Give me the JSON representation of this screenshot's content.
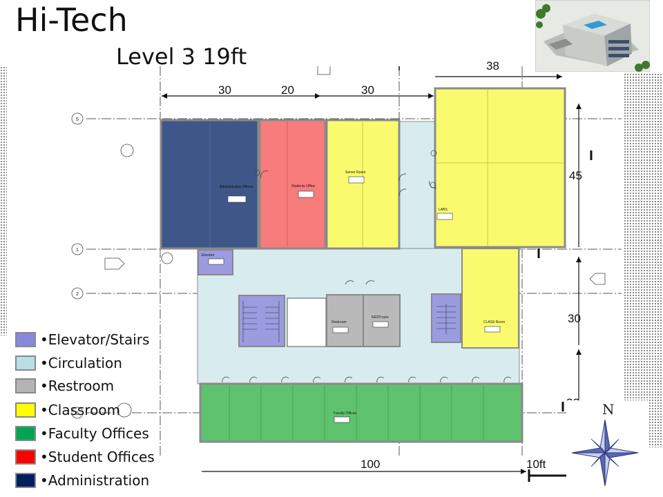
{
  "title": "Hi-Tech",
  "subtitle": "Level 3 19ft",
  "dimensions": {
    "top_30_a": "30",
    "top_20": "20",
    "top_30_b": "30",
    "top_38": "38",
    "right_45": "45",
    "right_30_a": "30",
    "right_30_b": "30",
    "bottom_100": "100",
    "scale_label": "10ft"
  },
  "compass_label": "N",
  "room_labels": {
    "administrative": "Administrative Offices",
    "students": "Students Office",
    "server": "Server Room",
    "labs": "LABS",
    "elevator": "Elevator",
    "restroom1": "Restroom",
    "restroom2": "RESTroom",
    "class": "CLASS Room",
    "faculty": "Faculty Offices"
  },
  "grid_labels": [
    "5",
    "1",
    "2",
    "3"
  ],
  "legend": [
    {
      "label": "•Elevator/Stairs",
      "color": "#8888dd"
    },
    {
      "label": "•Circulation",
      "color": "#b8dfe3"
    },
    {
      "label": "•Restroom",
      "color": "#b4b4b4"
    },
    {
      "label": "•Classroom",
      "color": "#ffff00"
    },
    {
      "label": "•Faculty Offices",
      "color": "#00a651"
    },
    {
      "label": "•Student Offices",
      "color": "#ff0000"
    },
    {
      "label": "•Administration",
      "color": "#002060"
    }
  ],
  "colors": {
    "administration": "#3f5688",
    "student_offices": "#f77c7c",
    "classroom": "#fafa6e",
    "circulation": "#d8ecef",
    "restroom": "#b9b9b9",
    "elevator": "#9b9be0",
    "faculty": "#5fc26e"
  }
}
